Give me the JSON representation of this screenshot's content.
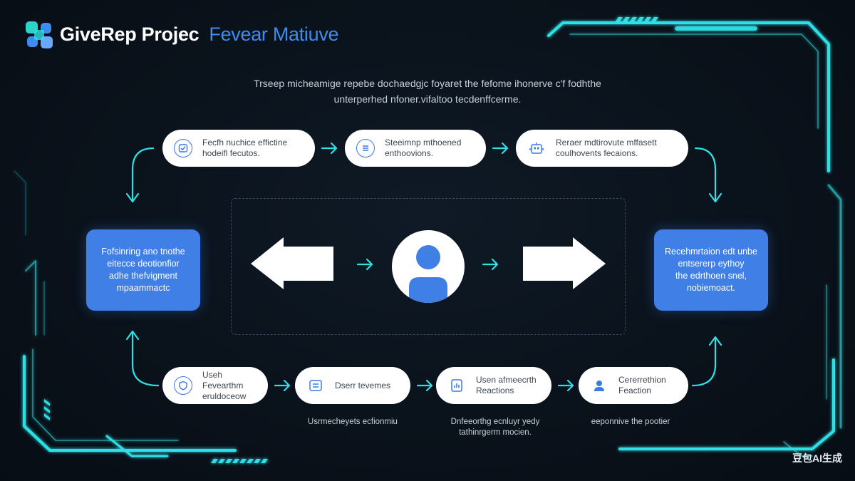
{
  "header": {
    "title_primary": "GiveRep Projec",
    "title_secondary": "Fevear Matiuve"
  },
  "intro": {
    "line1": "Trseep micheamige repebe dochaedgjc foyaret the fefome ihonerve c'f fodhthe",
    "line2": "unterperhed nfoner.vifaltoo tecdenffcerme."
  },
  "top_row": [
    {
      "icon": "check-circle-icon",
      "text1": "Fecfh nuchice effictine",
      "text2": "hodeifl fecutos."
    },
    {
      "icon": "list-circle-icon",
      "text1": "Steeimnp mthoened",
      "text2": "enthoovions."
    },
    {
      "icon": "robot-icon",
      "text1": "Reraer mdtirovute mffasett",
      "text2": "coulhovents fecaions."
    }
  ],
  "left_box": {
    "lines": [
      "Fofsinring ano tnothe",
      "eitecce deotionfior",
      "adhe thefvigment",
      "mpaammactc"
    ]
  },
  "right_box": {
    "lines": [
      "Recehmrtaion edt unbe",
      "entsererp eythoy",
      "the edrthoen snel,",
      "nobiemoact."
    ]
  },
  "bottom_row": [
    {
      "icon": "shield-icon",
      "text1": "Useh Fevearthm",
      "text2": "eruldoceow"
    },
    {
      "icon": "document-icon",
      "text1": "Dserr tevemes",
      "text2": ""
    },
    {
      "icon": "report-icon",
      "text1": "Usen afmeecrth",
      "text2": "Reactions"
    },
    {
      "icon": "user-icon",
      "text1": "Cererrethion",
      "text2": "Feaction"
    }
  ],
  "captions": {
    "c1": "Usrmecheyets ecfionmiu",
    "c2_line1": "Dnfeeorthg ecnluyr yedy",
    "c2_line2": "tathinrgerm mocien.",
    "c3": "eeponnive the pootier"
  },
  "watermark": "豆包AI生成",
  "colors": {
    "accent_cyan": "#2ee0e6",
    "primary_blue": "#3f7fe6",
    "background": "#0a121b"
  }
}
